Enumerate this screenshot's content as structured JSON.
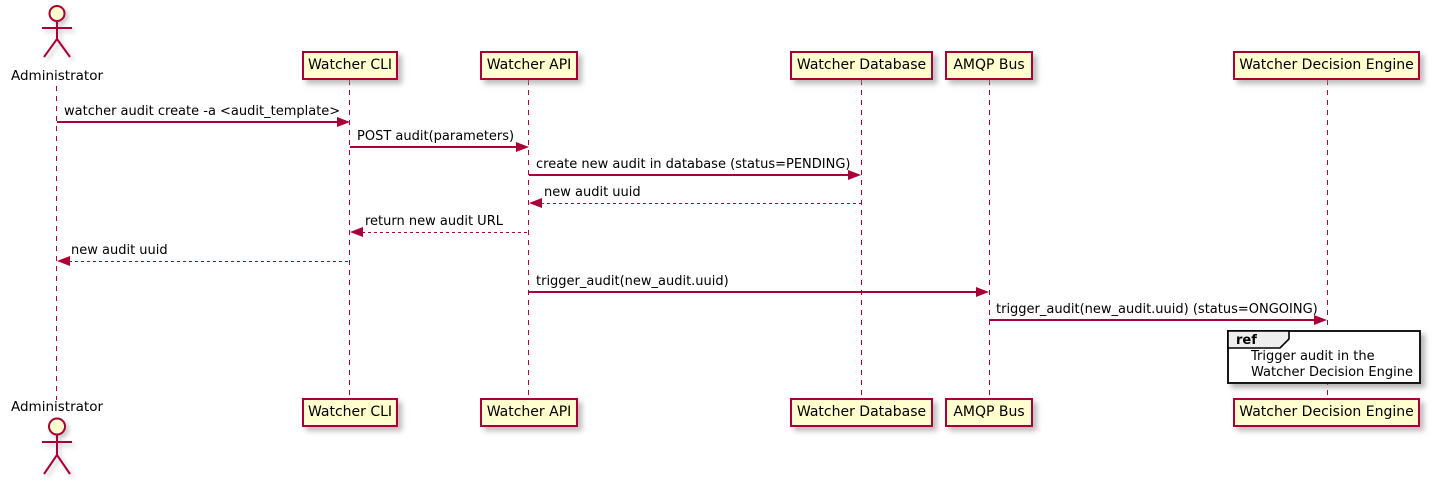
{
  "diagram": {
    "type": "sequence-diagram",
    "actor": {
      "name": "Administrator"
    },
    "participants": [
      {
        "label": "Watcher CLI"
      },
      {
        "label": "Watcher API"
      },
      {
        "label": "Watcher Database"
      },
      {
        "label": "AMQP Bus"
      },
      {
        "label": "Watcher Decision Engine"
      }
    ],
    "messages": [
      {
        "label": "watcher audit create -a <audit_template>",
        "from": "Administrator",
        "to": "Watcher CLI",
        "style": "solid"
      },
      {
        "label": "POST audit(parameters)",
        "from": "Watcher CLI",
        "to": "Watcher API",
        "style": "solid"
      },
      {
        "label": "create new audit in database (status=PENDING)",
        "from": "Watcher API",
        "to": "Watcher Database",
        "style": "solid"
      },
      {
        "label": "new audit uuid",
        "from": "Watcher Database",
        "to": "Watcher API",
        "style": "dashed"
      },
      {
        "label": "return new audit URL",
        "from": "Watcher API",
        "to": "Watcher CLI",
        "style": "dashed"
      },
      {
        "label": "new audit uuid",
        "from": "Watcher CLI",
        "to": "Administrator",
        "style": "dashed"
      },
      {
        "label": "trigger_audit(new_audit.uuid)",
        "from": "Watcher API",
        "to": "AMQP Bus",
        "style": "solid"
      },
      {
        "label": "trigger_audit(new_audit.uuid) (status=ONGOING)",
        "from": "AMQP Bus",
        "to": "Watcher Decision Engine",
        "style": "solid"
      }
    ],
    "ref": {
      "keyword": "ref",
      "line1": "Trigger audit in the",
      "line2": "Watcher Decision Engine"
    },
    "colors": {
      "participant_fill": "#FEFECE",
      "accent_border": "#A80036",
      "arrow": "#A80036",
      "ref_border": "#000000",
      "ref_tab_fill": "#EEEEEE",
      "text": "#000000"
    }
  }
}
